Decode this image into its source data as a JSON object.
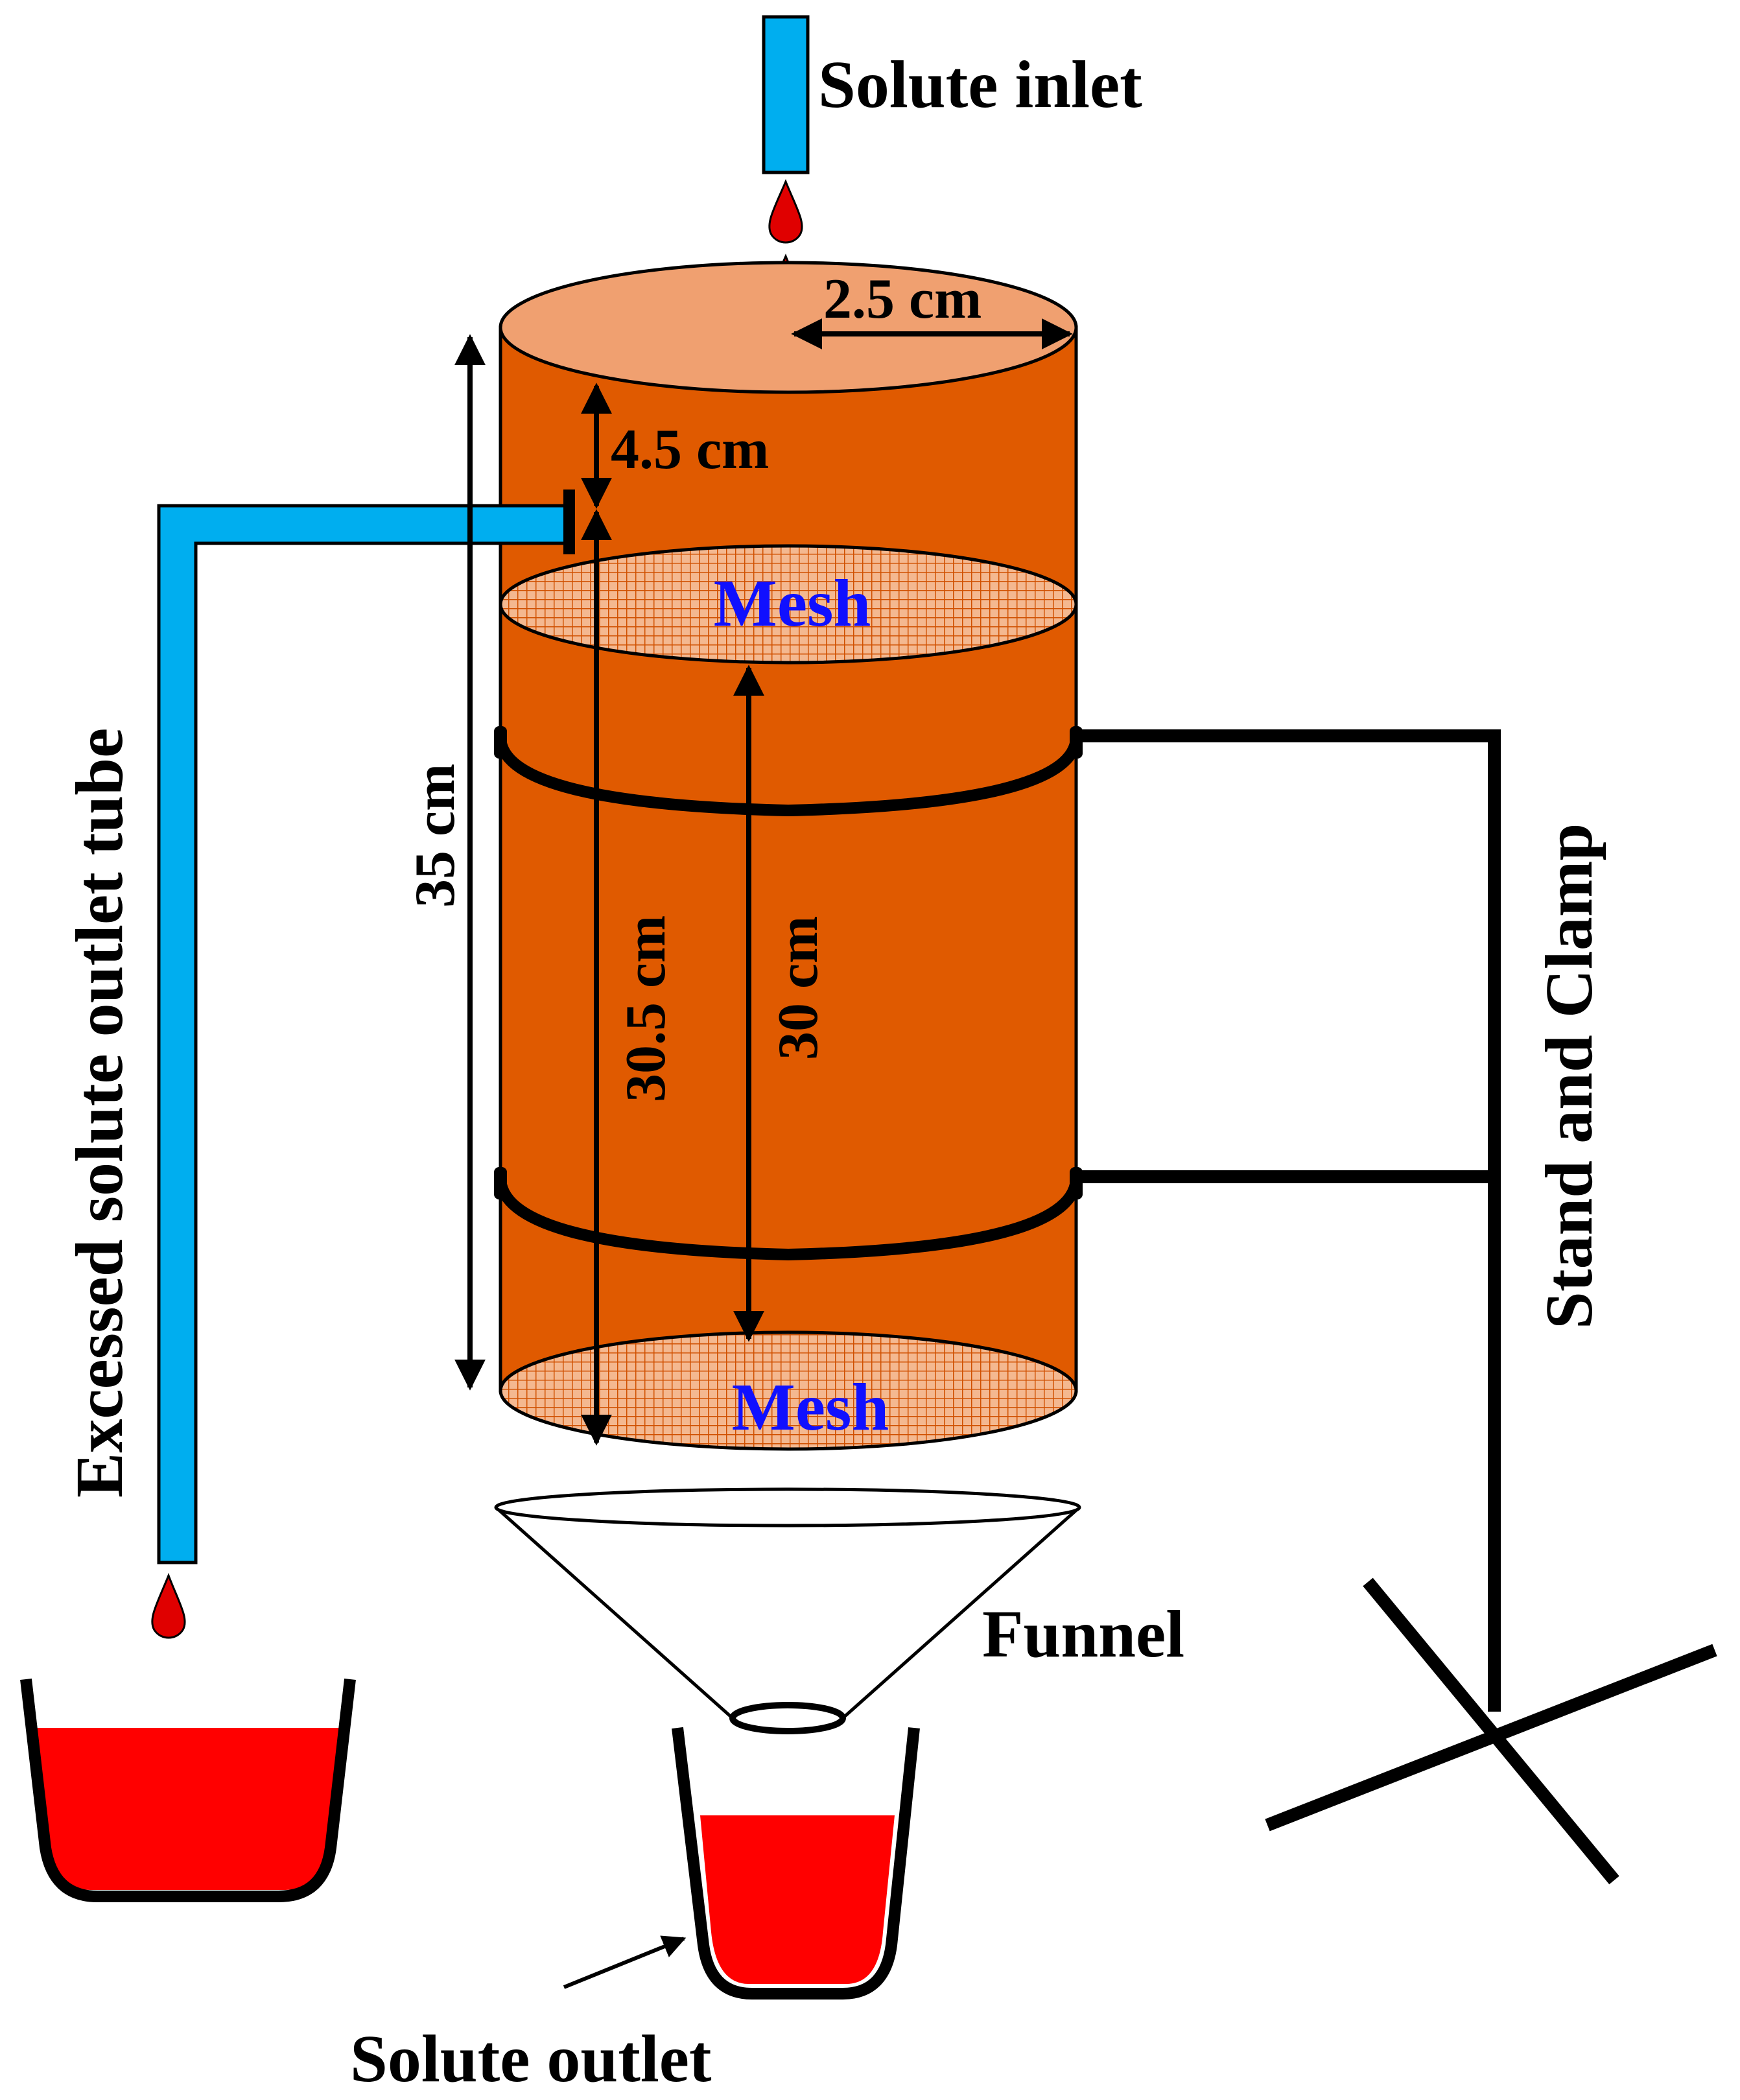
{
  "labels": {
    "solute_inlet": "Solute inlet",
    "excess_tube": "Excessed solute outlet tube",
    "stand_clamp": "Stand and Clamp",
    "funnel": "Funnel",
    "solute_outlet": "Solute outlet",
    "mesh_top": "Mesh",
    "mesh_bottom": "Mesh"
  },
  "dimensions": {
    "diameter": "2.5 cm",
    "top_gap": "4.5 cm",
    "total_height": "35 cm",
    "outlet_to_bottom": "30.5 cm",
    "mesh_spacing": "30 cm"
  },
  "colors": {
    "column": "#E05A00",
    "column_top": "#F0A070",
    "tube": "#00AEEF",
    "liquid": "#FF0000",
    "drop": "#E00000",
    "mesh_label": "#1010FF",
    "line": "#000000"
  }
}
